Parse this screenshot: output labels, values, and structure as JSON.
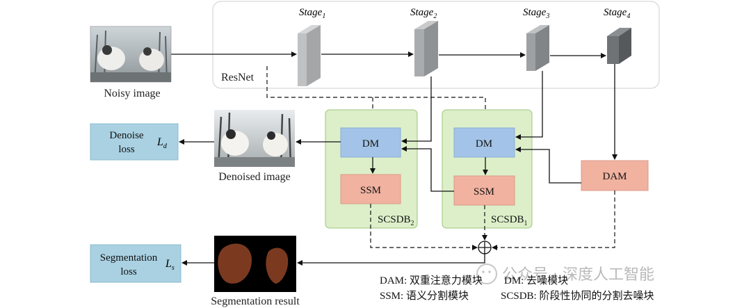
{
  "labels": {
    "stage1": "Stage",
    "stage1_sub": "1",
    "stage2": "Stage",
    "stage2_sub": "2",
    "stage3": "Stage",
    "stage3_sub": "3",
    "stage4": "Stage",
    "stage4_sub": "4",
    "resnet": "ResNet",
    "noisy_image": "Noisy image",
    "denoised_image": "Denoised image",
    "segmentation_result": "Segmentation result",
    "denoise_loss_line1": "Denoise",
    "denoise_loss_line2": "loss",
    "denoise_loss_symbol": "L",
    "denoise_loss_sub": "d",
    "seg_loss_line1": "Segmentation",
    "seg_loss_line2": "loss",
    "seg_loss_symbol": "L",
    "seg_loss_sub": "s",
    "dm_left": "DM",
    "ssm_left": "SSM",
    "dm_right": "DM",
    "ssm_right": "SSM",
    "dam": "DAM",
    "scsdb_left": "SCSDB",
    "scsdb_left_sub": "2",
    "scsdb_right": "SCSDB",
    "scsdb_right_sub": "1"
  },
  "legend": {
    "line1_a": "DAM: 双重注意力模块",
    "line1_b": "DM: 去噪模块",
    "line2_a": "SSM: 语义分割模块",
    "line2_b": "SCSDB: 阶段性协同的分割去噪块"
  },
  "watermark": {
    "icon": "wechat-icon",
    "text": "公众号 · 深度人工智能"
  },
  "colors": {
    "blue_box": "#a3c4e8",
    "salmon_box": "#f1b2a0",
    "green_bg": "#dcefc9",
    "loss_box": "#a9d1e2"
  }
}
